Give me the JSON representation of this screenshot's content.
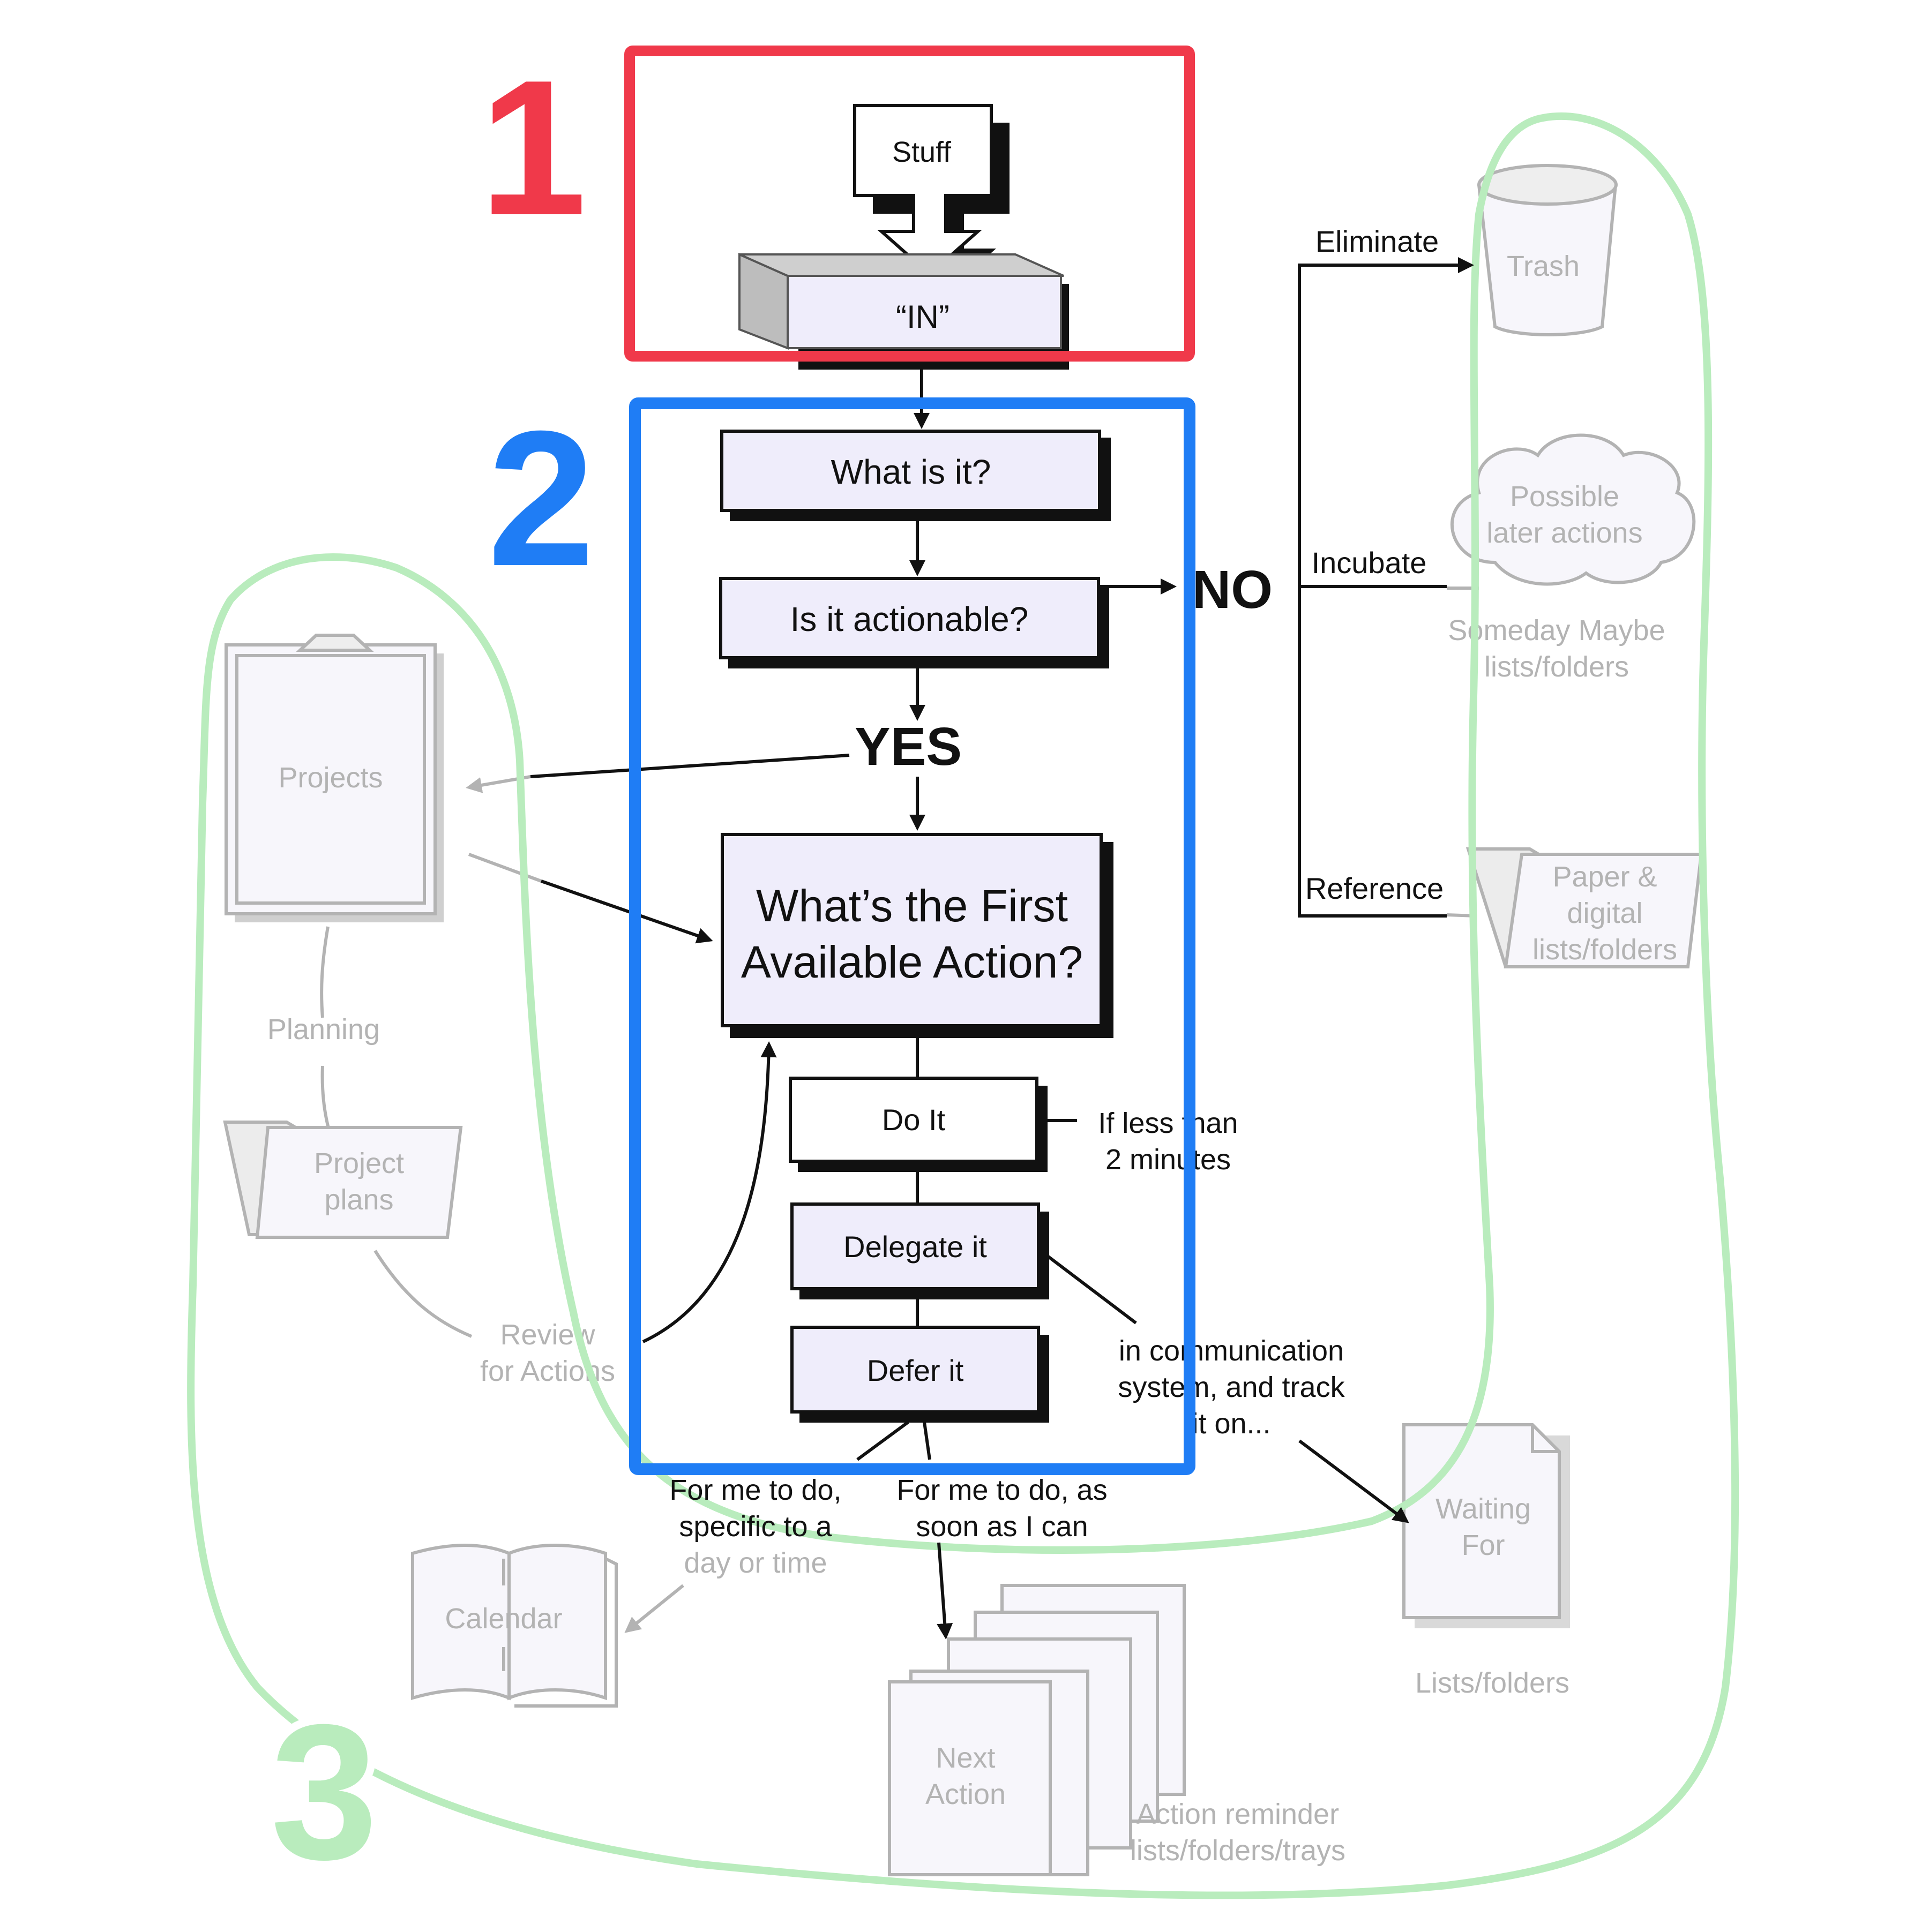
{
  "steps": {
    "one": "1",
    "two": "2",
    "three": "3"
  },
  "colors": {
    "step1": "#f0394a",
    "step2": "#1f7df5",
    "step3": "#b9ecbd",
    "box_fill": "#efedfb",
    "faded": "#b3b3b3"
  },
  "stuff": "Stuff",
  "in_tray": "“IN”",
  "what_is_it": "What is it?",
  "is_actionable": "Is it actionable?",
  "yes": "YES",
  "no": "NO",
  "first_action": [
    "What’s the First",
    "Available Action?"
  ],
  "do_it": "Do It",
  "delegate_it": "Delegate it",
  "defer_it": "Defer it",
  "less_than": [
    "If less than",
    "2 minutes"
  ],
  "in_communication": [
    "in communication",
    "system, and track",
    "it on..."
  ],
  "for_me_specific": [
    "For me to do,",
    "specific to a",
    "day or time"
  ],
  "for_me_asap": [
    "For me to do, as",
    "soon as I can"
  ],
  "eliminate": "Eliminate",
  "incubate": "Incubate",
  "reference": "Reference",
  "trash": "Trash",
  "possible_later": [
    "Possible",
    "later actions"
  ],
  "someday": [
    "Someday Maybe",
    "lists/folders"
  ],
  "paper_digital": [
    "Paper &",
    "digital",
    "lists/folders"
  ],
  "projects": "Projects",
  "planning": "Planning",
  "project_plans": [
    "Project",
    "plans"
  ],
  "review": [
    "Review",
    "for Actions"
  ],
  "calendar": "Calendar",
  "next_action": [
    "Next",
    "Action"
  ],
  "action_reminder": [
    "Action reminder",
    "lists/folders/trays"
  ],
  "waiting_for": [
    "Waiting",
    "For"
  ],
  "lists_folders": "Lists/folders"
}
